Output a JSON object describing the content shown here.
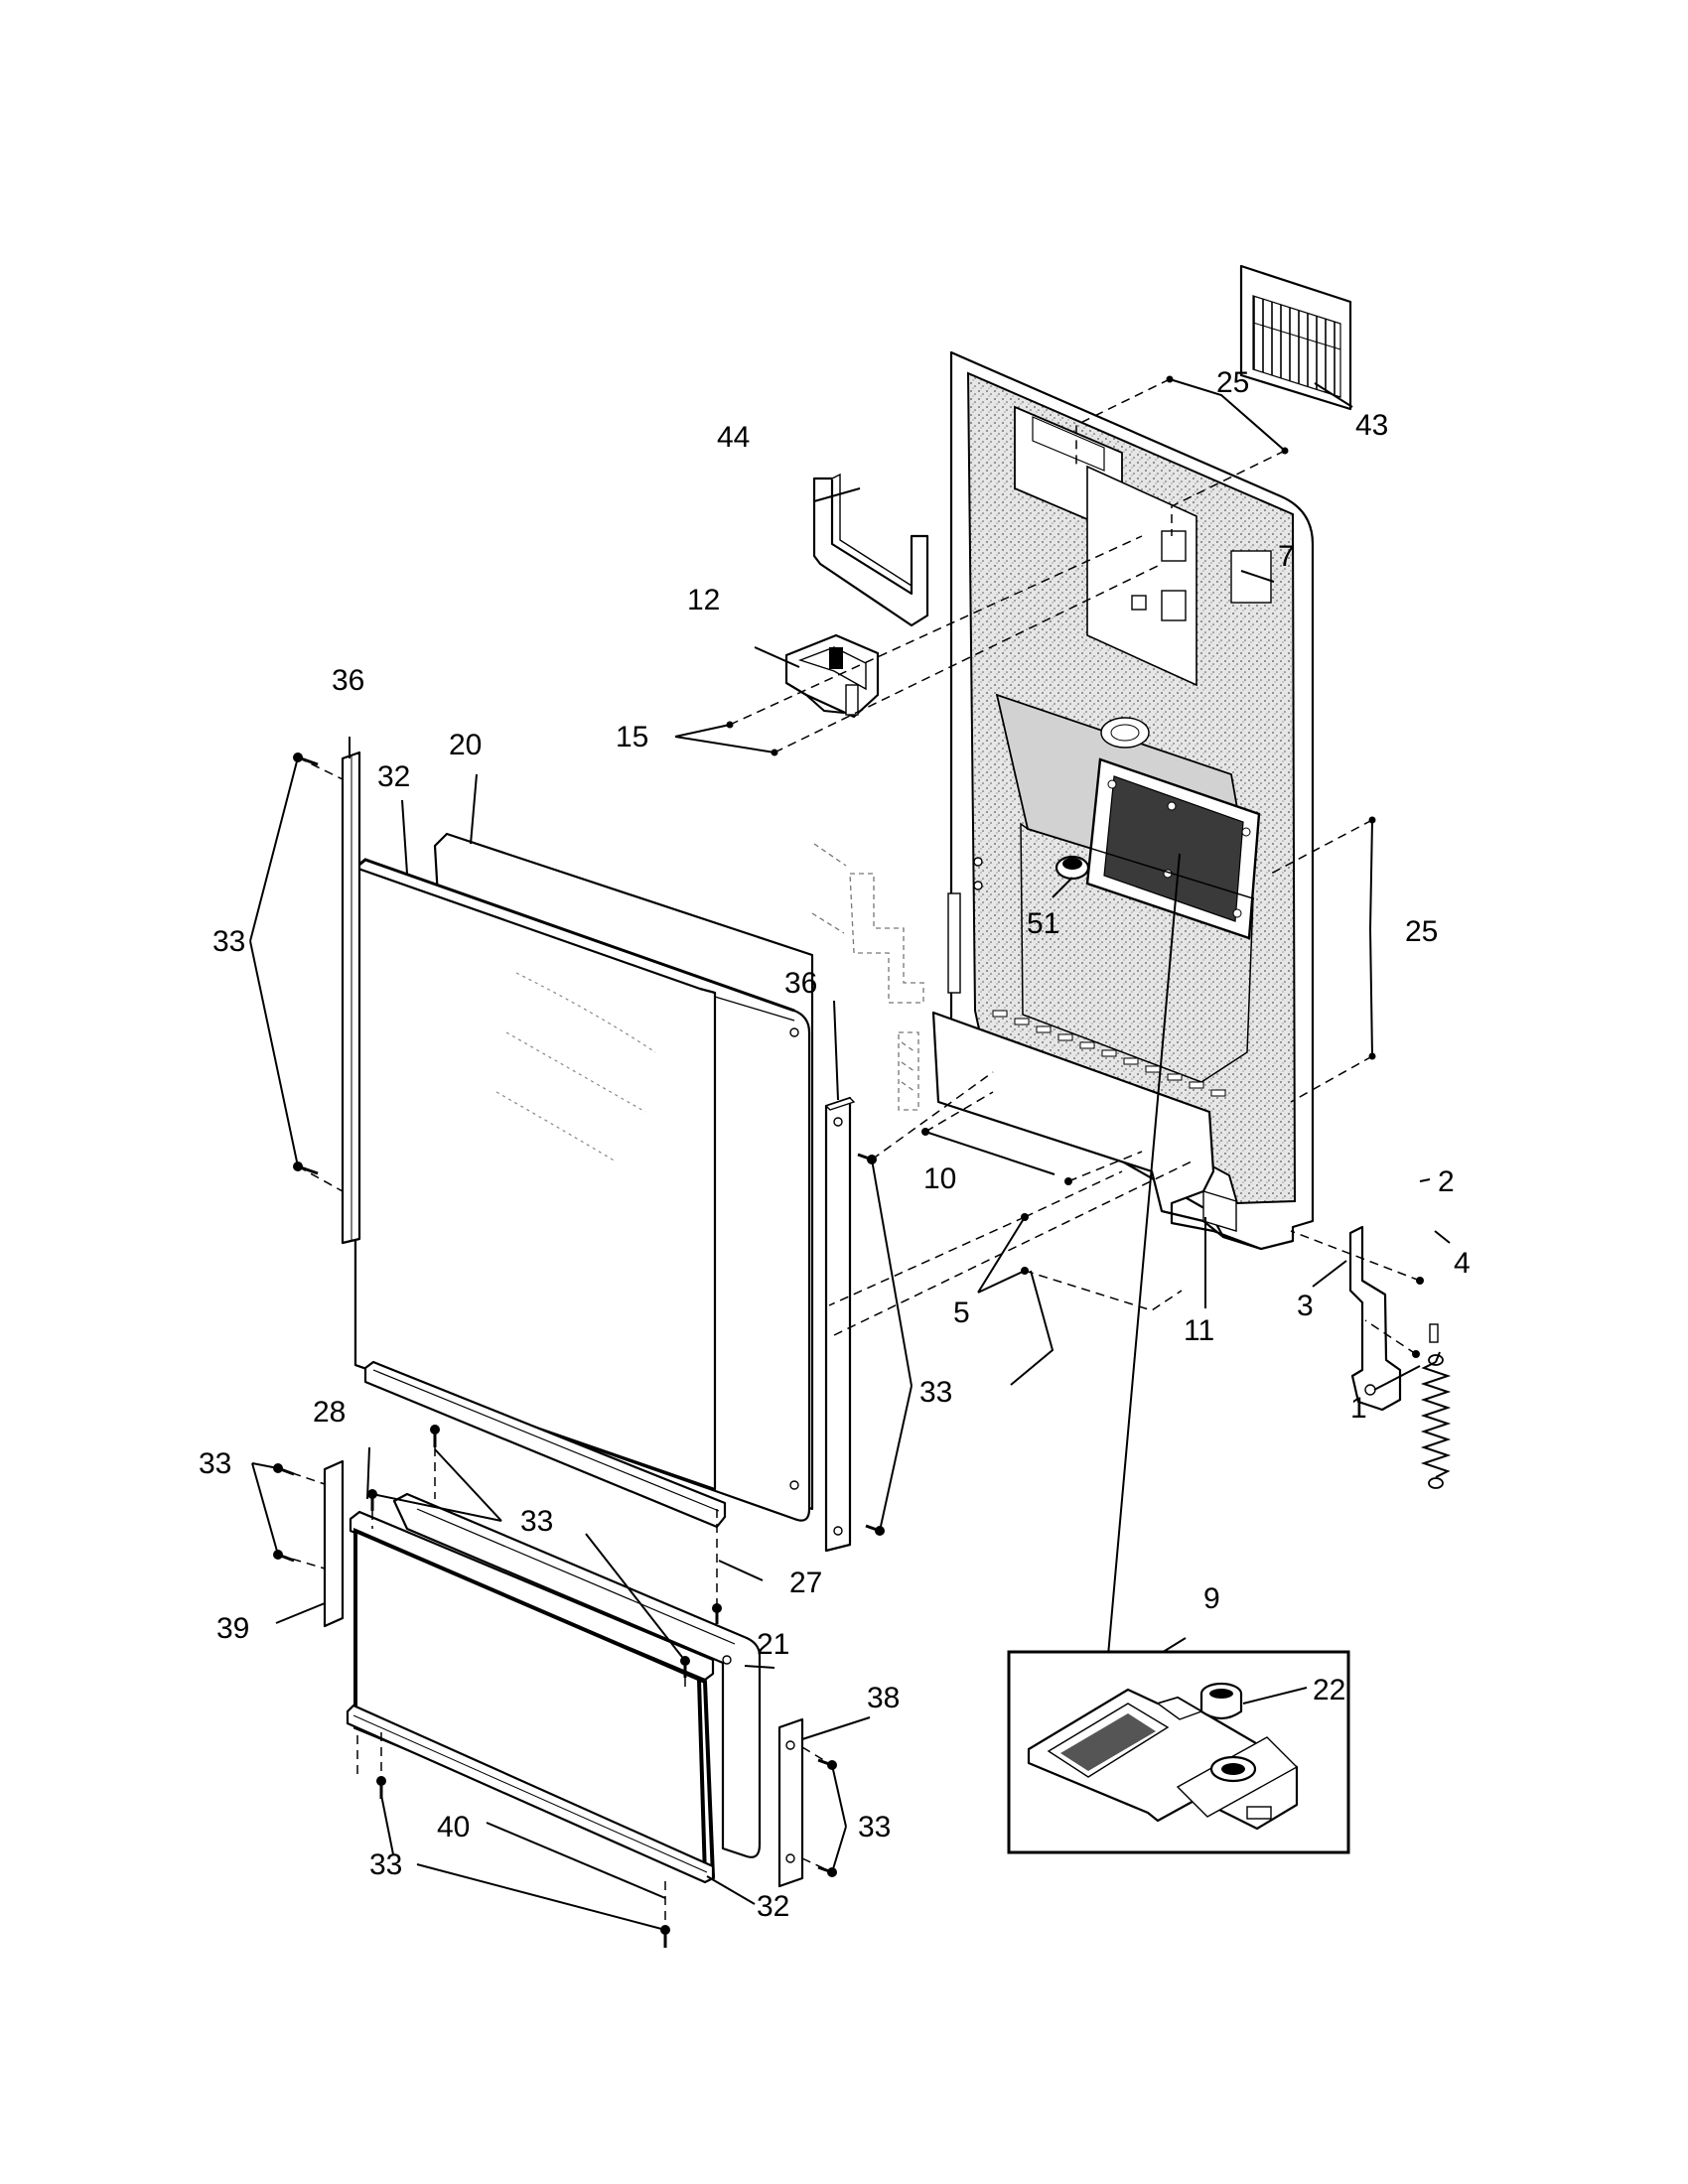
{
  "diagram": {
    "callouts": [
      {
        "id": "c43",
        "text": "43"
      },
      {
        "id": "c25a",
        "text": "25"
      },
      {
        "id": "c44",
        "text": "44"
      },
      {
        "id": "c7",
        "text": "7"
      },
      {
        "id": "c12",
        "text": "12"
      },
      {
        "id": "c15",
        "text": "15"
      },
      {
        "id": "c36a",
        "text": "36"
      },
      {
        "id": "c32a",
        "text": "32"
      },
      {
        "id": "c20",
        "text": "20"
      },
      {
        "id": "c33a",
        "text": "33"
      },
      {
        "id": "c51",
        "text": "51"
      },
      {
        "id": "c25b",
        "text": "25"
      },
      {
        "id": "c36b",
        "text": "36"
      },
      {
        "id": "c10",
        "text": "10"
      },
      {
        "id": "c2",
        "text": "2"
      },
      {
        "id": "c4",
        "text": "4"
      },
      {
        "id": "c5",
        "text": "5"
      },
      {
        "id": "c11",
        "text": "11"
      },
      {
        "id": "c3",
        "text": "3"
      },
      {
        "id": "c33b",
        "text": "33"
      },
      {
        "id": "c1",
        "text": "1"
      },
      {
        "id": "c28",
        "text": "28"
      },
      {
        "id": "c33c",
        "text": "33"
      },
      {
        "id": "c33d",
        "text": "33"
      },
      {
        "id": "c27",
        "text": "27"
      },
      {
        "id": "c39",
        "text": "39"
      },
      {
        "id": "c9",
        "text": "9"
      },
      {
        "id": "c21",
        "text": "21"
      },
      {
        "id": "c22",
        "text": "22"
      },
      {
        "id": "c38",
        "text": "38"
      },
      {
        "id": "c33e",
        "text": "33"
      },
      {
        "id": "c40",
        "text": "40"
      },
      {
        "id": "c33f",
        "text": "33"
      },
      {
        "id": "c32b",
        "text": "32"
      }
    ]
  }
}
